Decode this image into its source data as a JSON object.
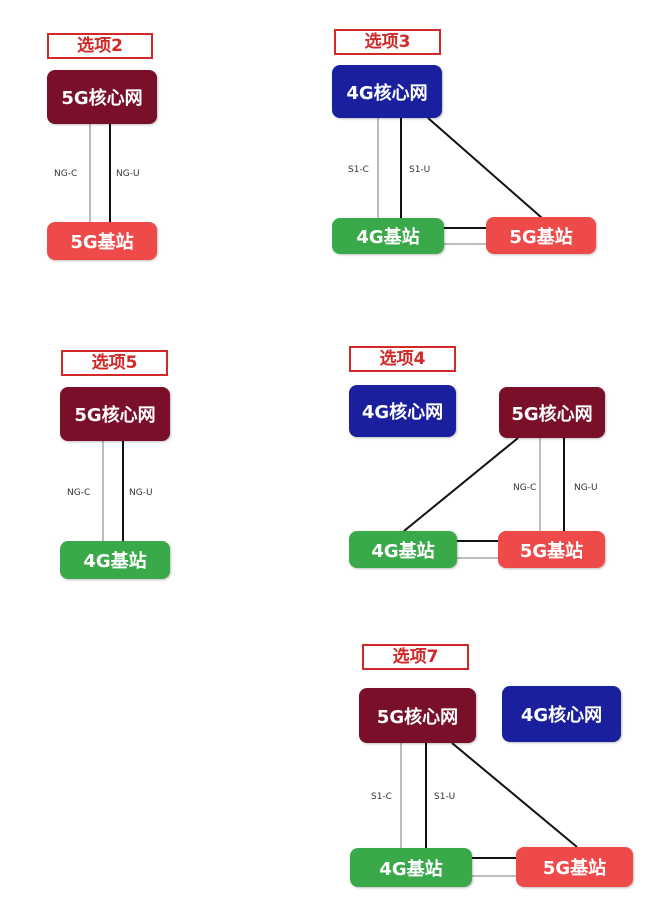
{
  "labels": {
    "core5g": "5G核心网",
    "core4g": "4G核心网",
    "bs5g": "5G基站",
    "bs4g": "4G基站",
    "ngc": "NG-C",
    "ngu": "NG-U",
    "s1c": "S1-C",
    "s1u": "S1-U"
  },
  "options": {
    "opt2": "选项2",
    "opt3": "选项3",
    "opt5": "选项5",
    "opt4": "选项4",
    "opt7": "选项7"
  },
  "colors": {
    "core5g": "#7a0f2a",
    "core4g": "#1a1f9e",
    "bs5g": "#ef4a4a",
    "bs4g": "#3aa94a",
    "option_label": "#d22828",
    "control_line": "#bdbdbd",
    "user_line": "#111111"
  }
}
